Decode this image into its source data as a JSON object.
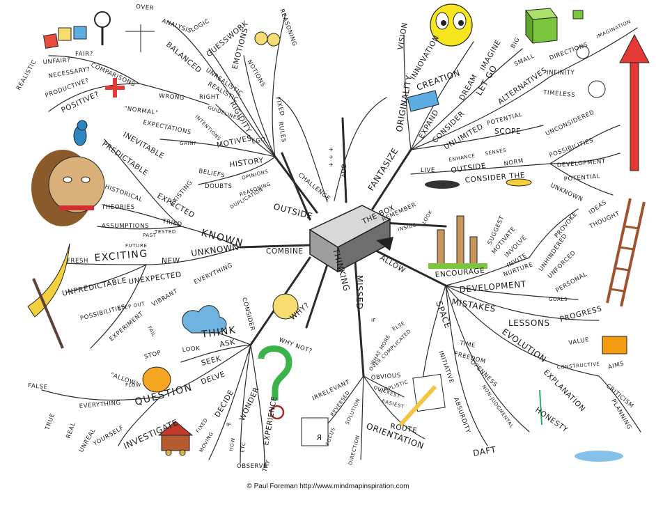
{
  "credit": "© Paul Foreman http://www.mindmapinspiration.com",
  "central": {
    "outside": "OUTSIDE",
    "the_box": "THE BOX",
    "thinking": "THINKING"
  },
  "main_branches": {
    "challenge": "CHALLENGE",
    "add": "ADD",
    "fantasize": "FANTASIZE",
    "remember": "REMEMBER",
    "inside": "INSIDE",
    "look": "LOOK",
    "allow": "ALLOW",
    "missed": "MISSED",
    "combine": "COMBINE",
    "known": "KNOWN",
    "unknown": "UNKNOWN",
    "consider": "CONSIDER"
  },
  "words": {
    "w01": "OVER",
    "w02": "ANALYSIS",
    "w03": "LOGIC",
    "w04": "BALANCED",
    "w05": "GUESSWORK",
    "w06": "EMOTIONS",
    "w07": "NOTIONS",
    "w08": "REASONING",
    "w09": "FIXED",
    "w10": "RULES",
    "w11": "UNREALISTIC",
    "w12": "REALISTIC",
    "w13": "RIGIDITY",
    "w14": "GUIDELINES",
    "w15": "RIGHT",
    "w16": "WRONG",
    "w17": "\"NORMAL\"",
    "w18": "COMPARISONS",
    "w19": "FAIR?",
    "w20": "UNFAIR?",
    "w21": "NECESSARY?",
    "w22": "PRODUCTIVE?",
    "w23": "POSITIVE?",
    "w24": "REALISTIC",
    "w25": "EXPECTATIONS",
    "w26": "INTENTIONS",
    "w27": "GAIN?",
    "w28": "MOTIVES",
    "w29": "EGO",
    "w30": "HISTORY",
    "w31": "OPINIONS",
    "w32": "BELIEFS",
    "w33": "DOUBTS",
    "w34": "REASONING",
    "w35": "DUPLICATION",
    "w36": "INEVITABLE",
    "w37": "PREDICTABLE",
    "w38": "HISTORICAL",
    "w39": "THEORIES",
    "w40": "ASSUMPTIONS",
    "w41": "EXISTING",
    "w42": "EXPECTED",
    "w43": "TRIED",
    "w44": "TESTED",
    "w45": "PAST",
    "w46": "FUTURE",
    "w47": "FRESH",
    "w48": "EXCITING",
    "w49": "NEW",
    "w50": "EVERYTHING",
    "w51": "UNPREDICTABLE",
    "w52": "UNEXPECTED",
    "w53": "POSSIBILITIES",
    "w54": "STEP OUT",
    "w55": "VIBRANT",
    "w56": "EXPERIMENT",
    "w57": "FAIL",
    "w58": "\"ALLOW\"",
    "w59": "FLOW",
    "w60": "STOP",
    "w61": "LOOK",
    "w62": "SEEK",
    "w63": "ASK",
    "w64": "THINK",
    "w65": "DELVE",
    "w66": "QUESTION",
    "w67": "FALSE",
    "w68": "EVERYTHING",
    "w69": "TRUE",
    "w70": "REAL",
    "w71": "UNREAL",
    "w72": "YOURSELF",
    "w73": "INVESTIGATE",
    "w74": "FIXED",
    "w75": "MOVING",
    "w76": "DECIDE",
    "w77": "WONDER",
    "w78": "IF",
    "w79": "HOW",
    "w80": "ETC",
    "w81": "EXPERIENCE",
    "w82": "OBSERVE",
    "w83": "TRY",
    "w84": "WHY?",
    "w85": "WHY NOT?",
    "w86": "VISION",
    "w87": "ORIGINALITY",
    "w88": "INNOVATION",
    "w89": "CREATION",
    "w90": "EXPAND",
    "w91": "CONSIDER",
    "w92": "DREAM",
    "w93": "LET GO",
    "w94": "IMAGINE",
    "w95": "BIG",
    "w96": "SMALL",
    "w97": "DIRECTIONS",
    "w98": "IMAGINATION",
    "w99": "INFINITY",
    "w100": "TIMELESS",
    "w101": "ALTERNATIVES",
    "w102": "UNLIMITED",
    "w103": "POTENTIAL",
    "w104": "SCOPE",
    "w105": "LIVE",
    "w106": "ENHANCE",
    "w107": "SENSES",
    "w108": "OUTSIDE",
    "w109": "NORM",
    "w110": "CONSIDER THE",
    "w111": "UNCONSIDERED",
    "w112": "POSSIBILITIES",
    "w113": "DEVELOPMENT",
    "w114": "POTENTIAL",
    "w115": "UNKNOWN",
    "w116": "ENCOURAGE",
    "w117": "SUGGEST",
    "w118": "MOTIVATE",
    "w119": "INVOLVE",
    "w120": "INVITE",
    "w121": "NURTURE",
    "w122": "PROVOKE",
    "w123": "IDEAS",
    "w124": "THOUGHT",
    "w125": "UNHINDERED",
    "w126": "UNFORCED",
    "w127": "PERSONAL",
    "w128": "GOALS",
    "w129": "DEVELOPMENT",
    "w130": "MISTAKES",
    "w131": "LESSONS",
    "w132": "PROGRESS",
    "w133": "SPACE",
    "w134": "TIME",
    "w135": "FREEDOM",
    "w136": "INITIATIVE",
    "w137": "EVOLUTION",
    "w138": "VALUE",
    "w139": "CONSTRUCTIVE",
    "w140": "AIMS",
    "w141": "CRITICISM",
    "w142": "PLANNING",
    "w143": "EXPLANATION",
    "w144": "OPENNESS",
    "w145": "NON-JUDGMENTAL",
    "w146": "HONESTY",
    "w147": "ABSURDITY",
    "w148": "DAFT",
    "w149": "IF",
    "w150": "WHAT MORE",
    "w151": "ELSE",
    "w152": "OVER COMPLICATED",
    "w153": "OBVIOUS",
    "w154": "SIMPLISTIC",
    "w155": "EASIEST",
    "w156": "QUICKEST",
    "w157": "ROUTE",
    "w158": "IRRELEVANT",
    "w159": "REVERSED",
    "w160": "SOLUTION",
    "w161": "FOCUS",
    "w162": "DIRECTION",
    "w163": "ORIENTATION"
  },
  "icons": {
    "r_glyph": "R",
    "plus": "+",
    "plusplus": "+ + +",
    "question": "?"
  }
}
